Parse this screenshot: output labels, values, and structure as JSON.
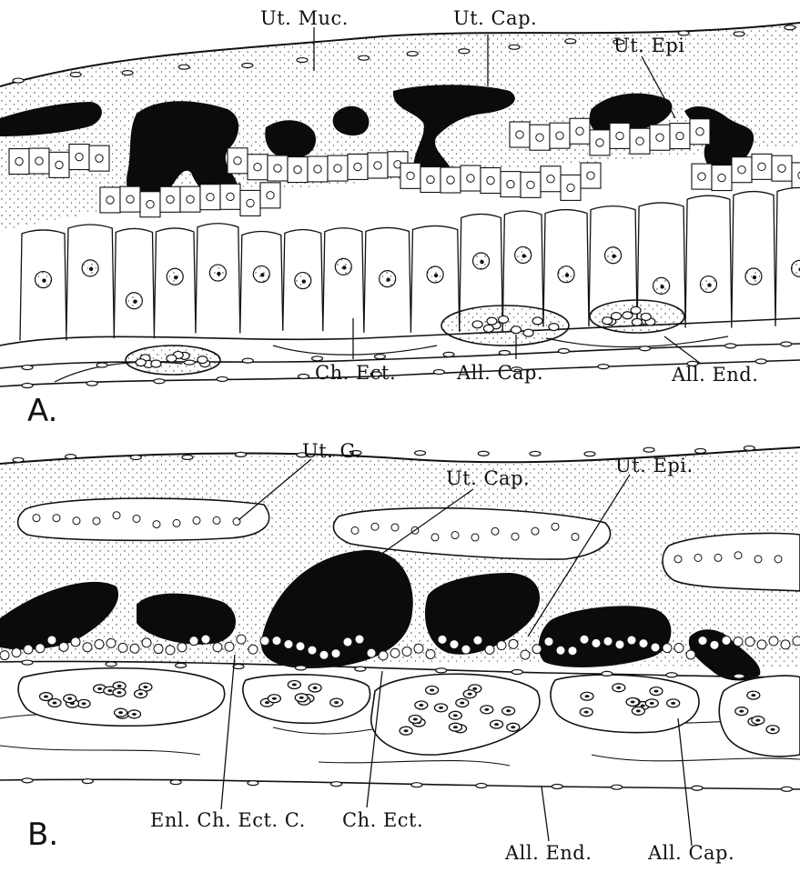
{
  "panels": [
    {
      "letter": "A.",
      "labels": {
        "ut_muc": "Ut. Muc.",
        "ut_cap": "Ut. Cap.",
        "ut_epi": "Ut. Epi",
        "ch_ect": "Ch. Ect.",
        "all_cap": "All. Cap.",
        "all_end": "All. End."
      }
    },
    {
      "letter": "B.",
      "labels": {
        "ut_g": "Ut. G.",
        "ut_cap": "Ut. Cap.",
        "ut_epi": "Ut. Epi.",
        "enl_ch_ect_c": "Enl. Ch. Ect. C.",
        "ch_ect": "Ch. Ect.",
        "all_end": "All. End.",
        "all_cap": "All. Cap."
      }
    }
  ]
}
